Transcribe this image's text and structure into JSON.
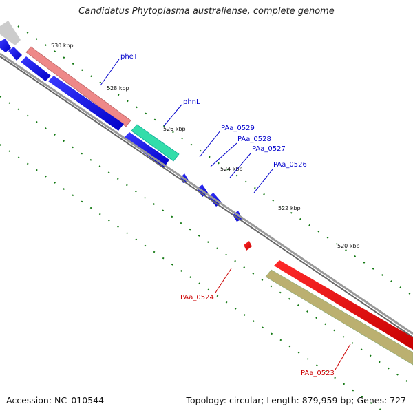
{
  "title": "Candidatus Phytoplasma australiense, complete genome",
  "footer": {
    "accession": "Accession: NC_010544",
    "summary": "Topology: circular; Length: 879,959 bp; Genes: 727"
  },
  "colors": {
    "backbone": "#888888",
    "forward_cds": "#0000ee",
    "highlight_red": "#ee0000",
    "pheT": "#ee8888",
    "phnL": "#33ddaa",
    "olive": "#bbb070",
    "gray_block": "#cccccc",
    "tick": "#117711",
    "label_blue": "#0000cc",
    "label_red": "#cc0000"
  },
  "kbp_labels": [
    "530 kbp",
    "528 kbp",
    "526 kbp",
    "524 kbp",
    "522 kbp",
    "520 kbp"
  ],
  "gene_labels": [
    {
      "text": "pheT",
      "color": "blue"
    },
    {
      "text": "phnL",
      "color": "blue"
    },
    {
      "text": "PAa_0529",
      "color": "blue"
    },
    {
      "text": "PAa_0528",
      "color": "blue"
    },
    {
      "text": "PAa_0527",
      "color": "blue"
    },
    {
      "text": "PAa_0526",
      "color": "blue"
    },
    {
      "text": "PAa_0524",
      "color": "red"
    },
    {
      "text": "PAa_0523",
      "color": "red"
    }
  ]
}
